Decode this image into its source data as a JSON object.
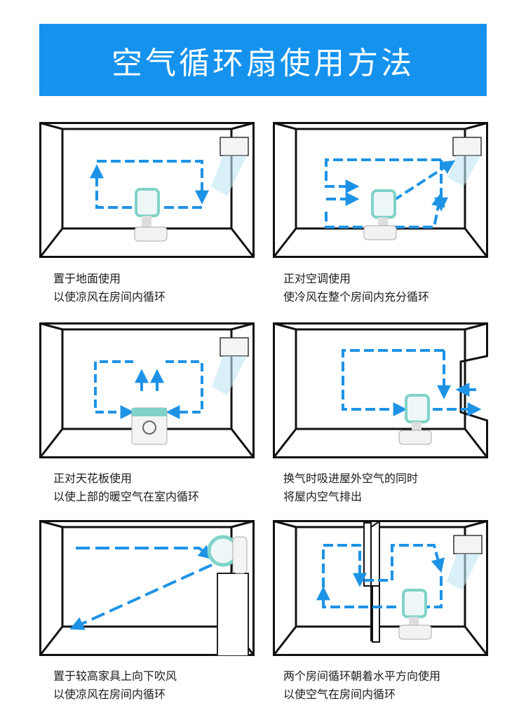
{
  "banner": {
    "title": "空气循环扇使用方法"
  },
  "colors": {
    "banner": "#1492ee",
    "arrow": "#1e93e6",
    "wall": "#111111",
    "fan_accent": "#7fd3c8"
  },
  "items": [
    {
      "line1": "置于地面使用",
      "line2": "以使凉风在房间内循环"
    },
    {
      "line1": "正对空调使用",
      "line2": "使冷风在整个房间内充分循环"
    },
    {
      "line1": "正对天花板使用",
      "line2": "以使上部的暖空气在室内循环"
    },
    {
      "line1": "换气时吸进屋外空气的同时",
      "line2": "将屋内空气排出"
    },
    {
      "line1": "置于较高家具上向下吹风",
      "line2": "以使凉风在房间内循环"
    },
    {
      "line1": "两个房间循环朝着水平方向使用",
      "line2": "以使空气在房间内循环"
    }
  ]
}
